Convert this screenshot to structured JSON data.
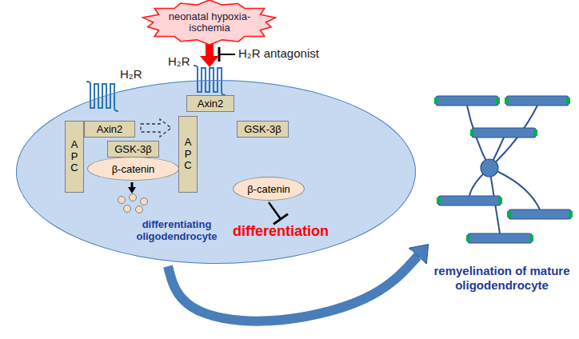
{
  "diagram": {
    "nodes": [
      {
        "text": [
          "neonatal hypoxia-ischemia"
        ]
      },
      {
        "text": [
          "differentiating oligodendrocyte"
        ]
      },
      {
        "text": [
          "APC"
        ],
        "in": 1
      },
      {
        "text": [
          "Axin2"
        ],
        "in": 1
      },
      {
        "text": [
          "GSK-3β"
        ],
        "in": 1
      },
      {
        "text": [
          "β-catenin"
        ],
        "in": 1
      },
      {
        "text": [
          "Axin2"
        ],
        "in": 1
      },
      {
        "text": [
          "APC"
        ],
        "in": 1
      },
      {
        "text": [
          "GSK-3β"
        ],
        "in": 1
      },
      {
        "text": [
          "β-catenin"
        ],
        "in": 1
      },
      {
        "text": [
          "differentiation"
        ],
        "in": 1
      },
      {
        "text": [
          "remyelination of mature oligodendrocyte"
        ]
      }
    ],
    "edges": [
      {
        "from": 0,
        "to": 1,
        "arrow": "to"
      },
      {
        "from": 9,
        "to": 10,
        "arrow": "to"
      },
      {
        "from": 1,
        "to": 11,
        "arrow": "to"
      }
    ],
    "labels": [
      "H₂R antagonist",
      "H₂R",
      "H₂R"
    ]
  }
}
